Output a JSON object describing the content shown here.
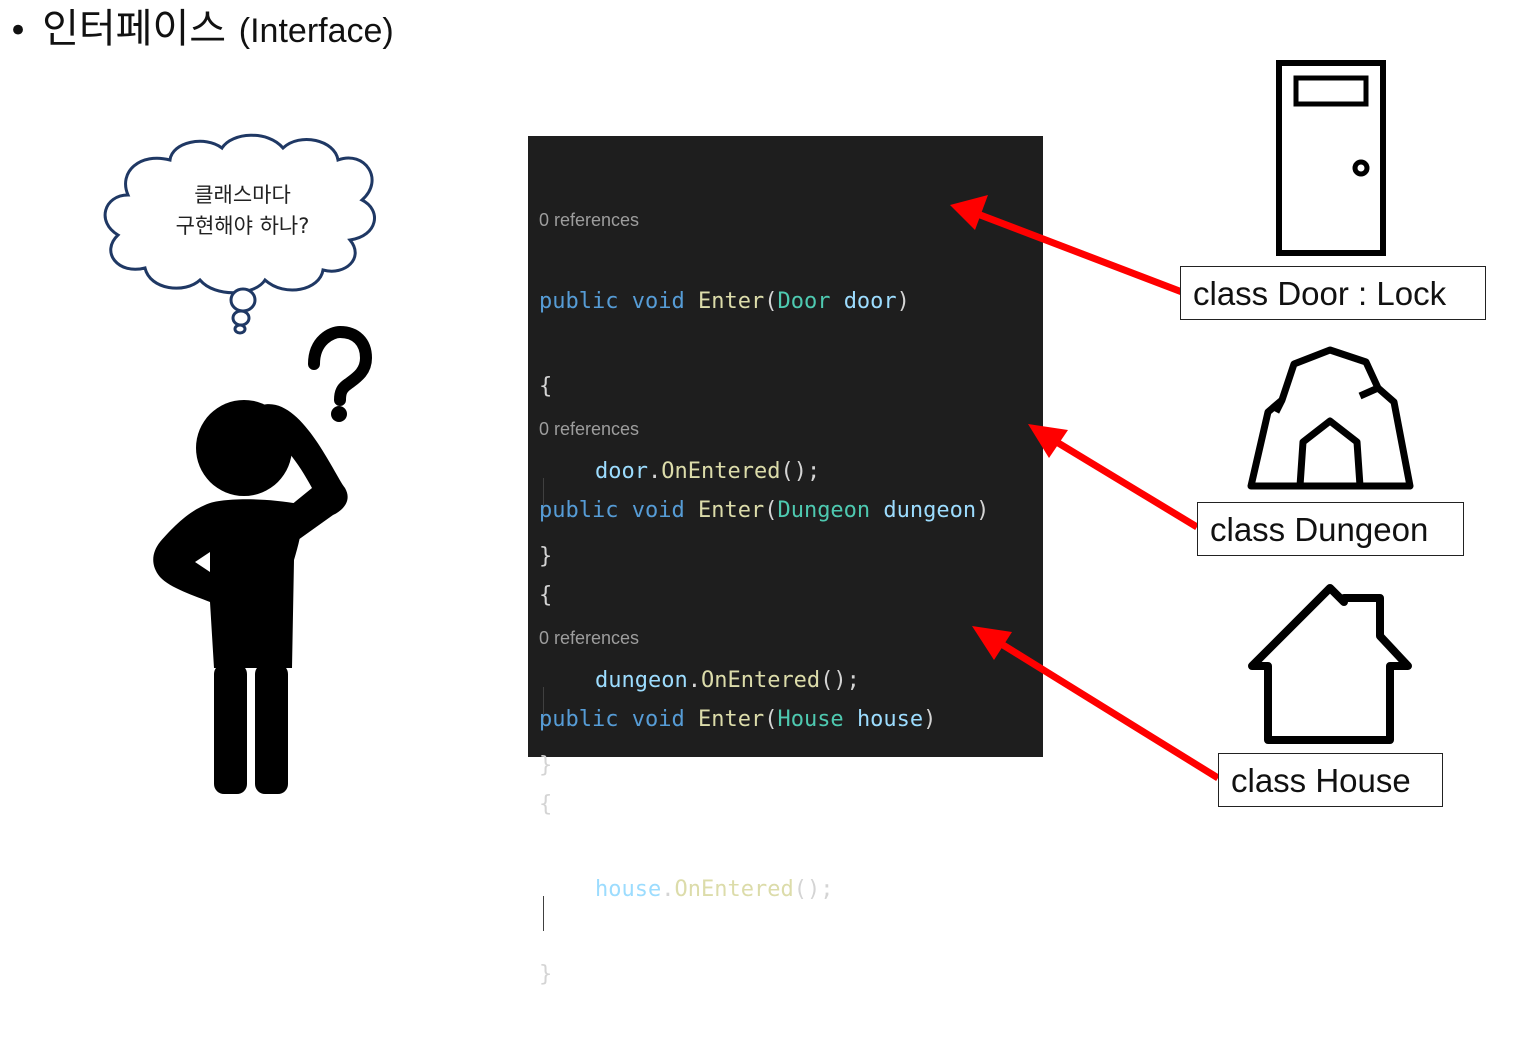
{
  "title": {
    "bullet": "•",
    "korean": "인터페이스",
    "english": "(Interface)"
  },
  "thought_bubble": {
    "line1": "클래스마다",
    "line2": "구현해야 하나?"
  },
  "person_icon": "thinking-person-icon",
  "question_icon": "question-mark-icon",
  "code": {
    "blocks": [
      {
        "refs": "0 references",
        "kw1": "public",
        "kw2": "void",
        "method": "Enter",
        "type": "Door",
        "param": "door",
        "open": "{",
        "call_obj": "door",
        "call_method": "OnEntered",
        "close": "}"
      },
      {
        "refs": "0 references",
        "kw1": "public",
        "kw2": "void",
        "method": "Enter",
        "type": "Dungeon",
        "param": "dungeon",
        "open": "{",
        "call_obj": "dungeon",
        "call_method": "OnEntered",
        "close": "}"
      },
      {
        "refs": "0 references",
        "kw1": "public",
        "kw2": "void",
        "method": "Enter",
        "type": "House",
        "param": "house",
        "open": "{",
        "call_obj": "house",
        "call_method": "OnEntered",
        "close": "}"
      }
    ]
  },
  "classes": [
    {
      "label": "class Door : Lock",
      "icon": "door-icon"
    },
    {
      "label": "class Dungeon",
      "icon": "cave-icon"
    },
    {
      "label": "class House",
      "icon": "house-icon"
    }
  ],
  "colors": {
    "code_bg": "#1e1e1e",
    "keyword": "#569cd6",
    "method": "#dcdcaa",
    "type": "#4ec9b0",
    "param": "#9cdcfe",
    "arrow": "#ff0000"
  }
}
